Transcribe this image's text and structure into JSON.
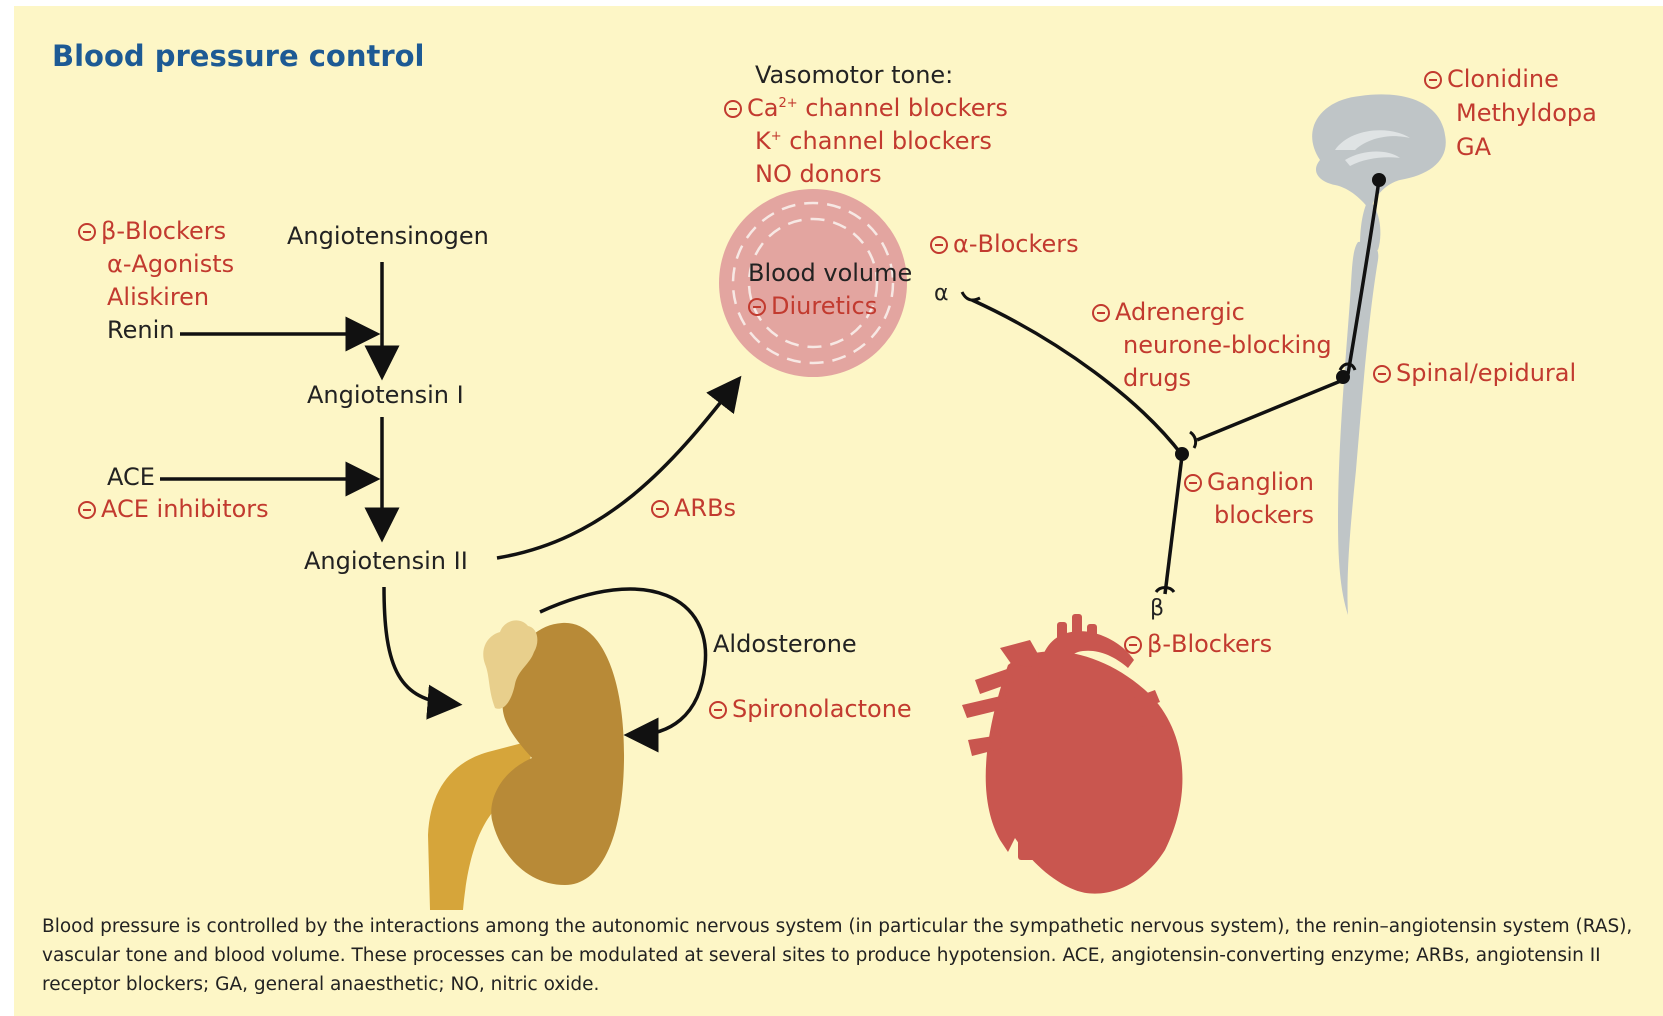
{
  "title": "Blood pressure control",
  "ras": {
    "angiotensinogen": "Angiotensinogen",
    "renin_inhibitors": [
      "β-Blockers",
      "α-Agonists",
      "Aliskiren"
    ],
    "renin": "Renin",
    "angiotensin_1": "Angiotensin I",
    "ace": "ACE",
    "ace_inhibitors": "ACE inhibitors",
    "angiotensin_2": "Angiotensin II",
    "arbs": "ARBs"
  },
  "vascular": {
    "heading": "Vasomotor tone:",
    "ca_prefix": "Ca",
    "ca_sup": "2+",
    "ca_suffix": " channel blockers",
    "k_prefix": "K",
    "k_sup": "+",
    "k_suffix": " channel blockers",
    "no_donors": "NO donors",
    "blood_volume": "Blood volume",
    "diuretics": "Diuretics"
  },
  "kidney": {
    "aldosterone": "Aldosterone",
    "spironolactone": "Spironolactone"
  },
  "sympathetic": {
    "alpha_blockers": "α-Blockers",
    "alpha": "α",
    "adrenergic": [
      "Adrenergic",
      "neurone-blocking",
      "drugs"
    ],
    "ganglion": [
      "Ganglion",
      "blockers"
    ],
    "beta": "β",
    "beta_blockers": "β-Blockers",
    "spinal": "Spinal/epidural",
    "central": [
      "Clonidine",
      "Methyldopa",
      "GA"
    ]
  },
  "caption": "Blood pressure is controlled by the interactions among the autonomic nervous system (in particular the sympathetic nervous system), the renin–angiotensin system (RAS), vascular tone and blood volume. These processes can be modulated at several sites to produce hypotension. ACE, angiotensin-converting enzyme; ARBs, angiotensin II receptor blockers; GA, general anaesthetic; NO, nitric oxide.",
  "colors": {
    "background": "#fdf6c6",
    "title": "#1d5a94",
    "drug_text": "#c23a2f",
    "blood_volume_disc": "#e3a5a0",
    "kidney": "#b88a37",
    "ureter": "#d6a53a",
    "adrenal": "#e8cf8c",
    "heart": "#c9564f",
    "cns": "#bfc5c7"
  }
}
